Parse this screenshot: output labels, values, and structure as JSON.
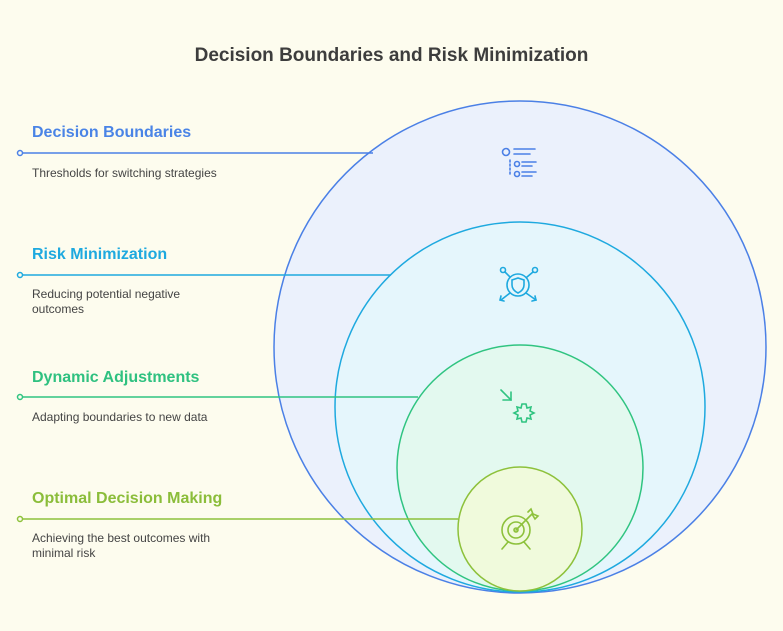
{
  "title": "Decision Boundaries and Risk Minimization",
  "layers": [
    {
      "label": "Decision Boundaries",
      "description": "Thresholds for switching strategies",
      "icon": "list-hierarchy-icon",
      "color": "#4a84e6"
    },
    {
      "label": "Risk Minimization",
      "description": "Reducing potential negative outcomes",
      "icon": "shield-network-icon",
      "color": "#1ea9df"
    },
    {
      "label": "Dynamic Adjustments",
      "description": "Adapting boundaries to new data",
      "icon": "adjust-arrow-icon",
      "color": "#2fc180"
    },
    {
      "label": "Optimal Decision Making",
      "description": "Achieving the best outcomes with minimal risk",
      "icon": "target-icon",
      "color": "#8bbd3a"
    }
  ]
}
